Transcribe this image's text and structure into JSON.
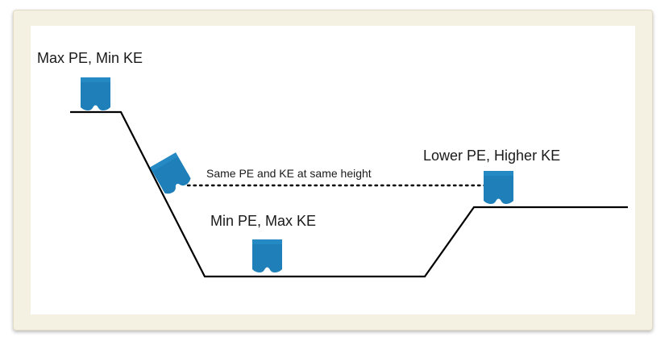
{
  "labels": {
    "top": "Max PE, Min KE",
    "middle": "Same PE and KE at same height",
    "bottom": "Min PE, Max KE",
    "right": "Lower PE, Higher KE"
  },
  "colors": {
    "frame": "#f4f1e3",
    "track": "#000000",
    "cart": "#1f7fb8",
    "cart_shade": "#176592"
  },
  "icons": {
    "cart": "roller-coaster-cart-icon"
  }
}
